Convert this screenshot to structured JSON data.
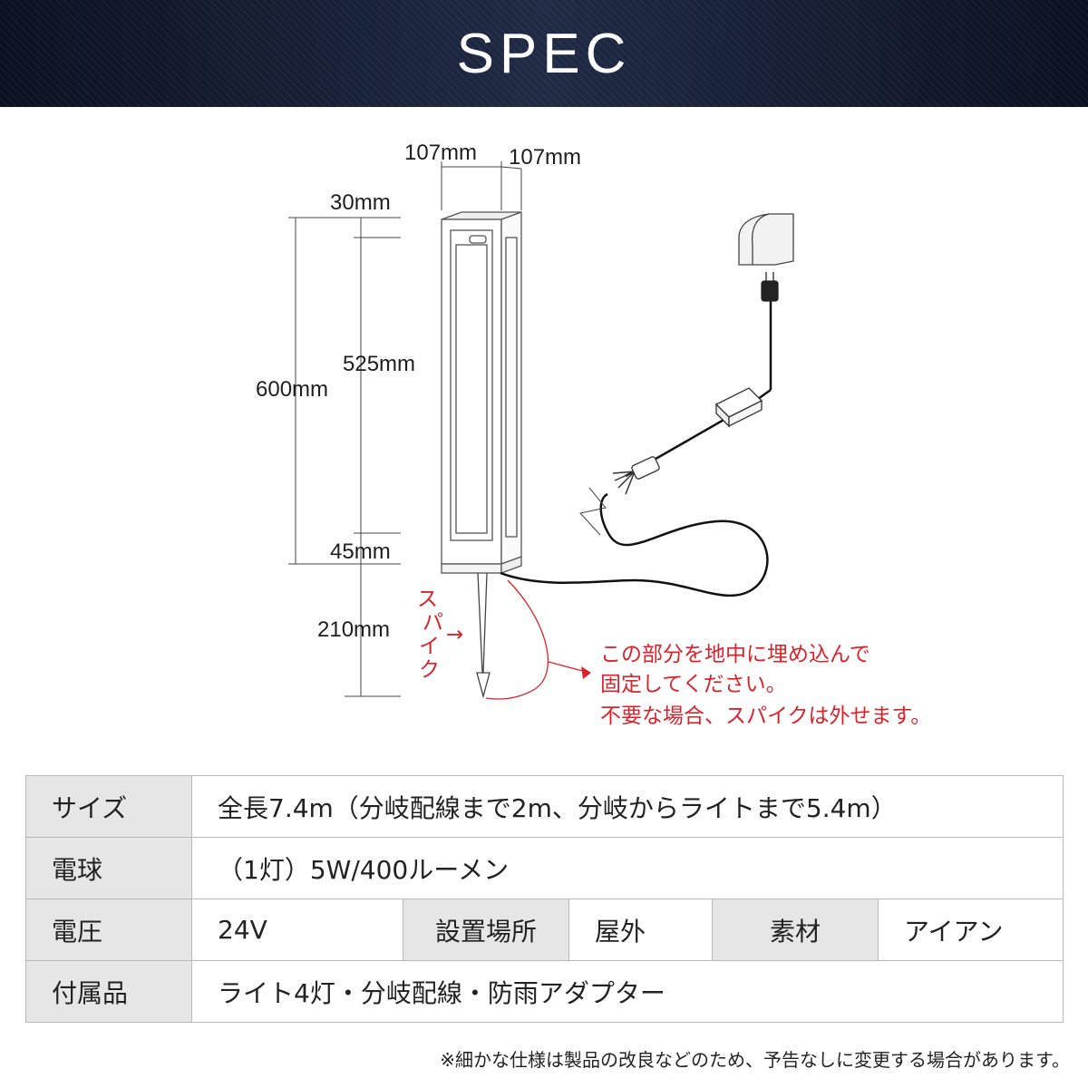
{
  "header": {
    "title": "SPEC"
  },
  "diagram": {
    "dim_width": "107mm",
    "dim_depth": "107mm",
    "dim_top": "30mm",
    "dim_body": "525mm",
    "dim_total": "600mm",
    "dim_bottom": "45mm",
    "dim_spike": "210mm",
    "spike_label_chars": [
      "ス",
      "パ",
      "イ",
      "ク"
    ],
    "spike_arrow": "→",
    "note_lines": [
      "この部分を地中に埋め込んで",
      "固定してください。",
      "不要な場合、スパイクは外せます。"
    ],
    "colors": {
      "accent_red": "#d8232a",
      "line": "#333333"
    }
  },
  "spec": {
    "size_label": "サイズ",
    "size_value": "全長7.4m（分岐配線まで2m、分岐からライトまで5.4m）",
    "bulb_label": "電球",
    "bulb_value": "（1灯）5W/400ルーメン",
    "voltage_label": "電圧",
    "voltage_value": "24V",
    "location_label": "設置場所",
    "location_value": "屋外",
    "material_label": "素材",
    "material_value": "アイアン",
    "accessories_label": "付属品",
    "accessories_value": "ライト4灯・分岐配線・防雨アダプター"
  },
  "footnote": "※細かな仕様は製品の改良などのため、予告なしに変更する場合があります。"
}
